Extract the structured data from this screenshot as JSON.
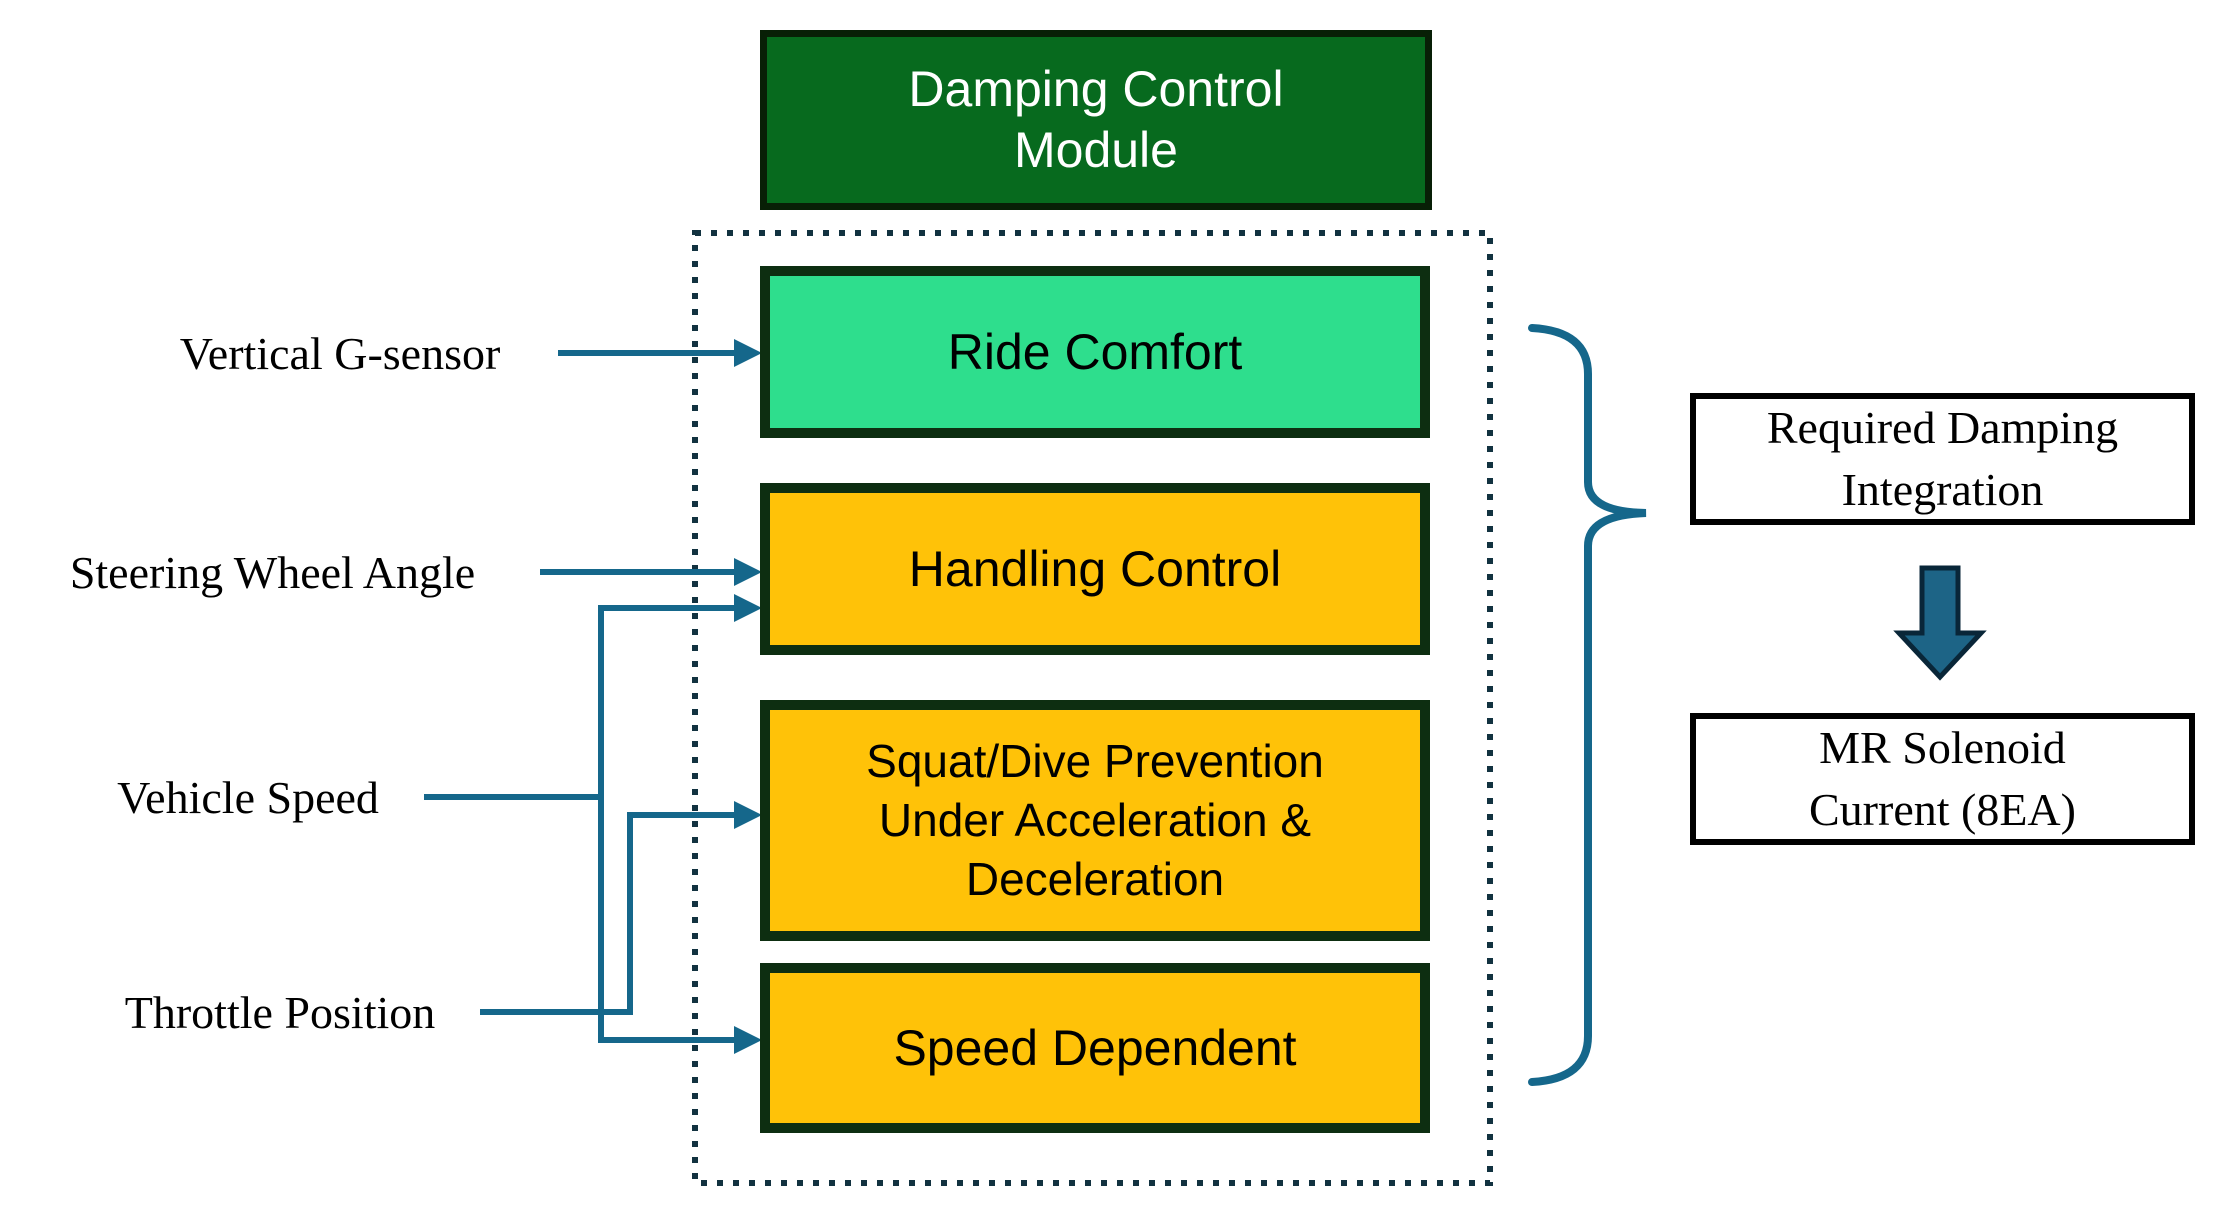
{
  "diagram": {
    "header": {
      "label": "Damping Control\nModule"
    },
    "module_container": {
      "boxes": [
        {
          "id": "ride_comfort",
          "label": "Ride Comfort"
        },
        {
          "id": "handling_control",
          "label": "Handling Control"
        },
        {
          "id": "squat_dive",
          "label": "Squat/Dive Prevention\nUnder Acceleration &\nDeceleration"
        },
        {
          "id": "speed_dependent",
          "label": "Speed Dependent"
        }
      ]
    },
    "inputs": [
      {
        "label": "Vertical G-sensor",
        "connects_to": [
          "ride_comfort"
        ]
      },
      {
        "label": "Steering Wheel Angle",
        "connects_to": [
          "handling_control"
        ]
      },
      {
        "label": "Vehicle Speed",
        "connects_to": [
          "handling_control",
          "speed_dependent"
        ]
      },
      {
        "label": "Throttle Position",
        "connects_to": [
          "squat_dive"
        ]
      }
    ],
    "outputs": [
      {
        "id": "required_damping",
        "label": "Required Damping\nIntegration"
      },
      {
        "id": "mr_solenoid",
        "label": "MR Solenoid\nCurrent (8EA)"
      }
    ],
    "colors": {
      "header_fill": "#076a1e",
      "header_border": "#081f06",
      "header_text": "#ffffff",
      "ride_comfort_fill": "#2ede8d",
      "amber_fill": "#ffc208",
      "module_border": "#0d2e11",
      "arrow_teal": "#15678b",
      "dotted_border": "#123240",
      "block_arrow_fill": "#1d6486",
      "block_arrow_border": "#092638",
      "output_box_border": "#000000",
      "text": "#000000"
    }
  }
}
